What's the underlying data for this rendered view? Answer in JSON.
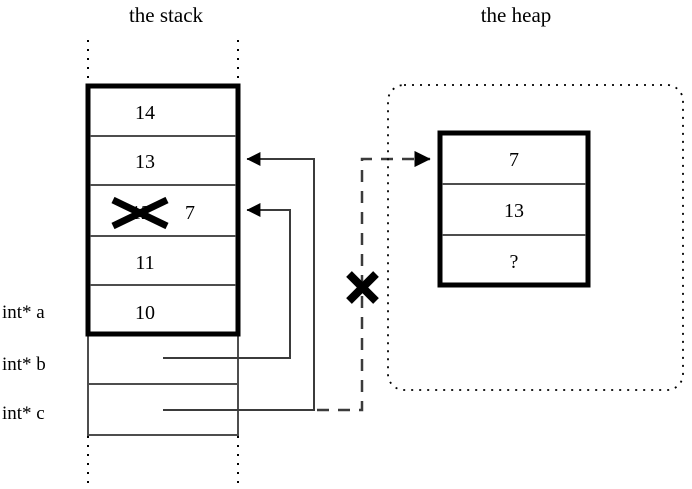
{
  "diagram": {
    "title_stack": "the stack",
    "title_heap": "the heap",
    "stack": {
      "cells": [
        {
          "value": "14",
          "struck": false
        },
        {
          "value": "13",
          "struck": false
        },
        {
          "value": "12",
          "struck": true,
          "new_value": "7"
        },
        {
          "value": "11",
          "struck": false
        },
        {
          "value": "10",
          "struck": false
        }
      ],
      "variables": [
        {
          "label": "int* a"
        },
        {
          "label": "int* b"
        },
        {
          "label": "int* c"
        }
      ]
    },
    "heap": {
      "cells": [
        {
          "value": "7"
        },
        {
          "value": "13"
        },
        {
          "value": "?"
        }
      ]
    },
    "annotations": {
      "strikeout_mark": "x-strikeout-mark",
      "invalidated_pointer_mark": "x-cross-mark"
    },
    "colors": {
      "ink": "#000000",
      "thin_line": "#4d4d4d",
      "pointer_line": "#3b3b3b",
      "background": "#ffffff"
    }
  }
}
